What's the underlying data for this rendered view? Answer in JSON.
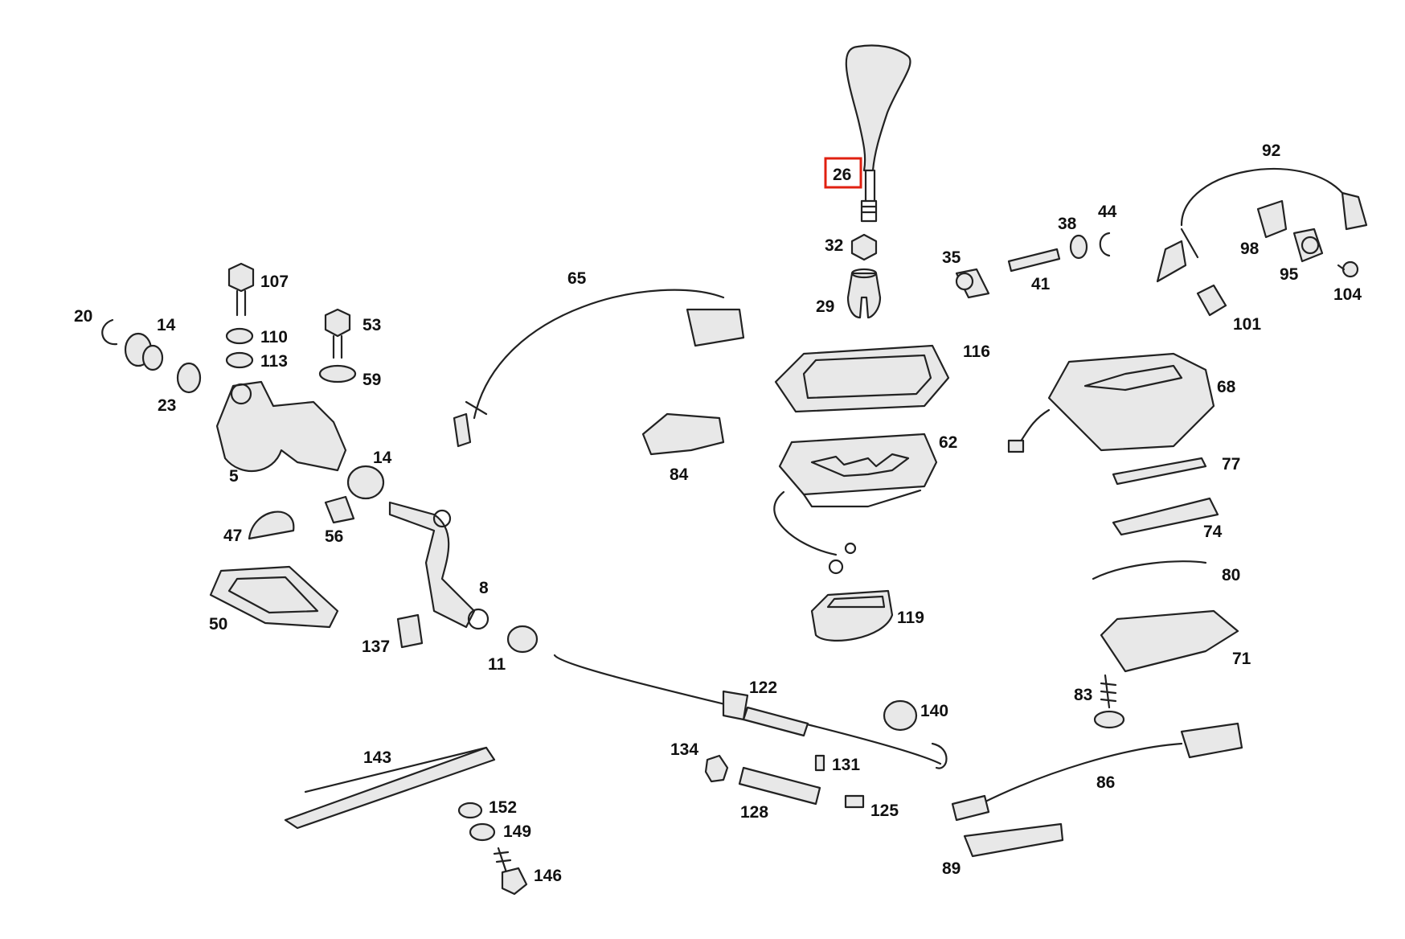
{
  "diagram": {
    "highlighted_label": "26",
    "highlight_color": "#e02010",
    "labels": [
      "26",
      "92",
      "32",
      "44",
      "38",
      "35",
      "41",
      "98",
      "95",
      "104",
      "29",
      "101",
      "65",
      "107",
      "53",
      "20",
      "14",
      "110",
      "113",
      "59",
      "116",
      "68",
      "23",
      "62",
      "84",
      "5",
      "77",
      "74",
      "47",
      "56",
      "80",
      "50",
      "8",
      "119",
      "71",
      "137",
      "11",
      "122",
      "83",
      "140",
      "143",
      "134",
      "131",
      "86",
      "152",
      "149",
      "128",
      "125",
      "146",
      "89"
    ]
  }
}
